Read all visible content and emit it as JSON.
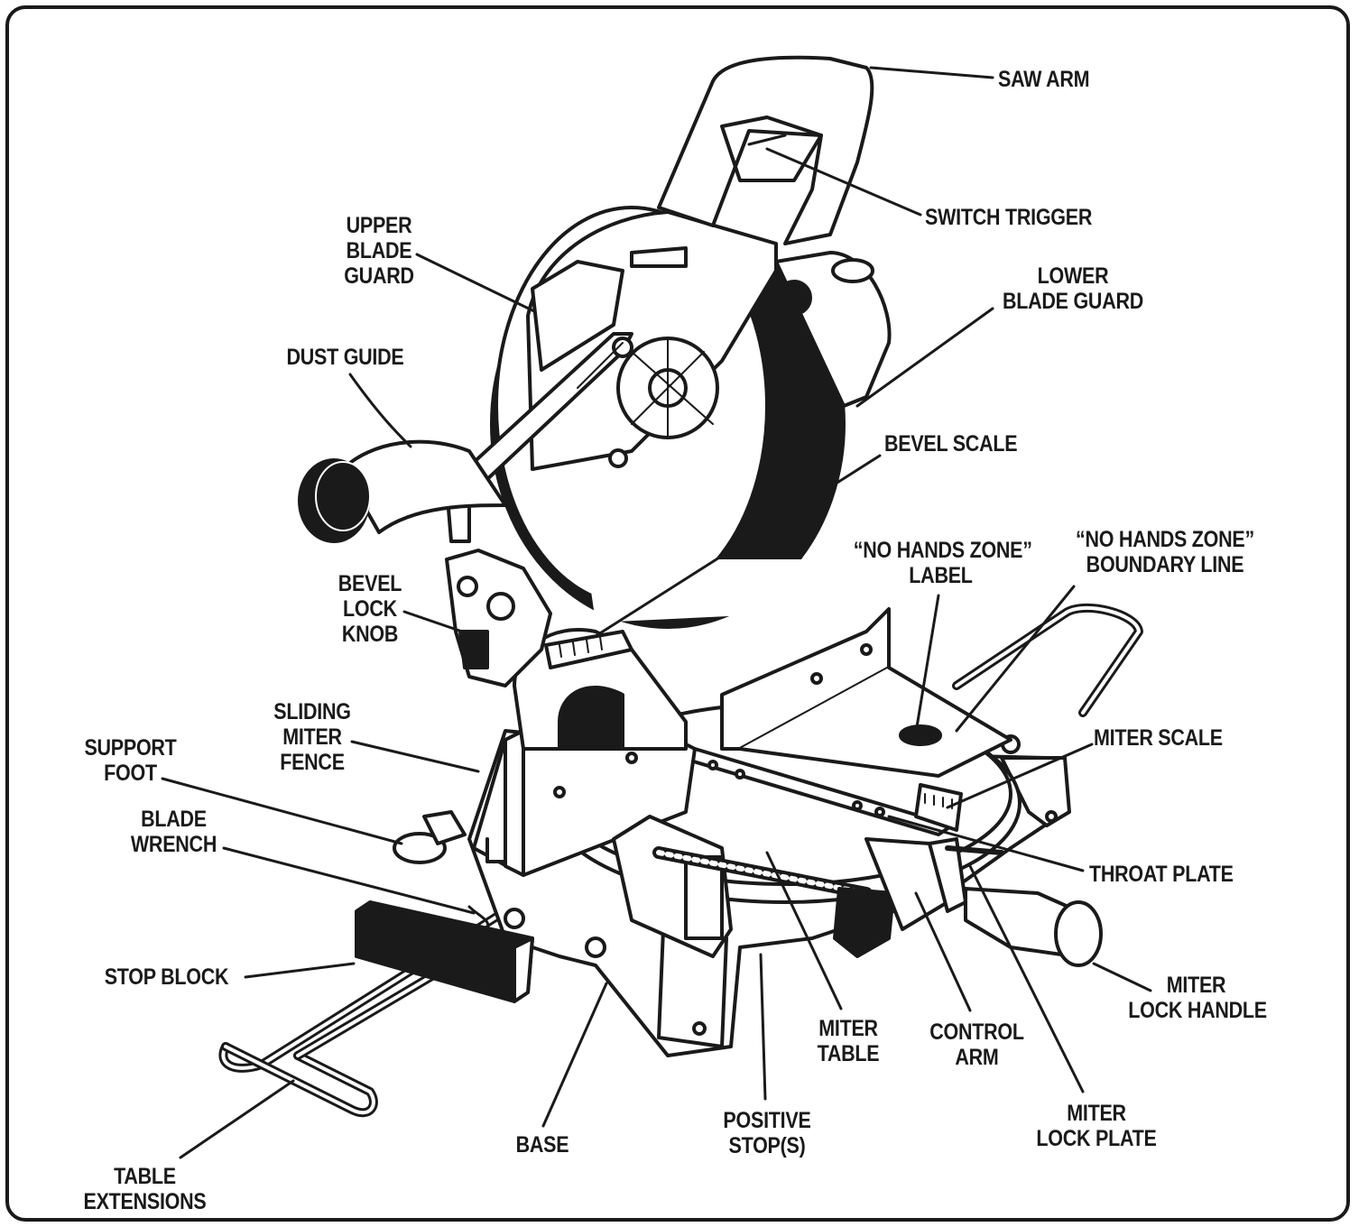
{
  "labels": {
    "saw_arm": "SAW ARM",
    "switch_trigger": "SWITCH TRIGGER",
    "upper_blade_guard": "UPPER\nBLADE\nGUARD",
    "lower_blade_guard": "LOWER\nBLADE GUARD",
    "dust_guide": "DUST GUIDE",
    "bevel_scale": "BEVEL SCALE",
    "no_hands_zone_label": "“NO HANDS ZONE”\nLABEL",
    "no_hands_zone_boundary": "“NO HANDS ZONE”\nBOUNDARY LINE",
    "bevel_lock_knob": "BEVEL\nLOCK\nKNOB",
    "sliding_miter_fence": "SLIDING\nMITER\nFENCE",
    "miter_scale": "MITER SCALE",
    "support_foot": "SUPPORT\nFOOT",
    "blade_wrench": "BLADE\nWRENCH",
    "throat_plate": "THROAT PLATE",
    "stop_block": "STOP BLOCK",
    "miter_lock_handle": "MITER\nLOCK HANDLE",
    "miter_table": "MITER\nTABLE",
    "control_arm": "CONTROL\nARM",
    "positive_stops": "POSITIVE\nSTOP(S)",
    "miter_lock_plate": "MITER\nLOCK PLATE",
    "base": "BASE",
    "table_extensions": "TABLE\nEXTENSIONS"
  },
  "colors": {
    "ink": "#1a1a1a",
    "paper": "#ffffff"
  }
}
